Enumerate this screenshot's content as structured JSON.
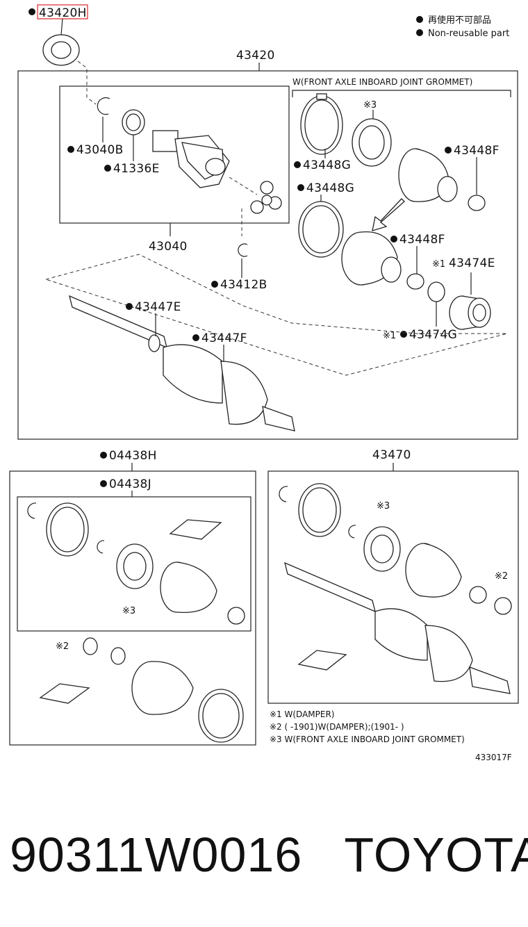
{
  "top_tag": {
    "label": "43420H",
    "highlighted": true
  },
  "legend": {
    "jp": "再使用不可部品",
    "en": "Non-reusable part"
  },
  "assembly_top": {
    "number": "43420",
    "note": "W(FRONT AXLE INBOARD JOINT GROMMET)"
  },
  "parts_top": [
    {
      "label": "43040B",
      "non_reusable": true
    },
    {
      "label": "41336E",
      "non_reusable": true
    },
    {
      "label": "43448G",
      "non_reusable": true
    },
    {
      "label": "43448F",
      "non_reusable": true
    },
    {
      "label": "43448G",
      "non_reusable": true
    },
    {
      "label": "43448F",
      "non_reusable": true
    },
    {
      "label": "43474E",
      "mark": "※1"
    },
    {
      "label": "43412B",
      "non_reusable": true
    },
    {
      "label": "43447E",
      "non_reusable": true
    },
    {
      "label": "43447F",
      "non_reusable": true
    },
    {
      "label": "43474G",
      "mark": "※1",
      "non_reusable": true
    }
  ],
  "group_43040": "43040",
  "mark3_top": "※3",
  "bottom_left": {
    "outer": "04438H",
    "inner": "04438J",
    "mark3": "※3",
    "mark2": "※2"
  },
  "bottom_right": {
    "number": "43470",
    "mark3": "※3",
    "mark2": "※2"
  },
  "footnotes": [
    "※1 W(DAMPER)",
    "※2 (      -1901)W(DAMPER);(1901-      )",
    "※3 W(FRONT AXLE INBOARD JOINT GROMMET)"
  ],
  "diagram_id": "433017F",
  "part_number": "90311W0016",
  "brand": "TOYOTA"
}
